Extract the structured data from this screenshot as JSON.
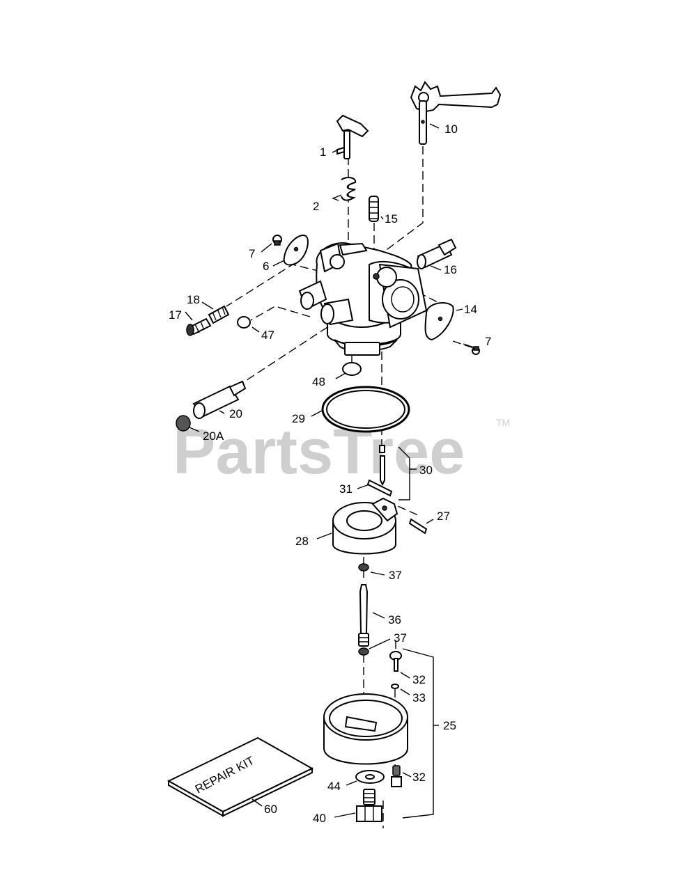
{
  "watermark": {
    "text": "PartsTree",
    "trademark": "TM"
  },
  "repair_kit": {
    "label": "REPAIR KIT"
  },
  "callouts": [
    {
      "id": "1",
      "label": "1"
    },
    {
      "id": "2",
      "label": "2"
    },
    {
      "id": "6",
      "label": "6"
    },
    {
      "id": "7a",
      "label": "7"
    },
    {
      "id": "7b",
      "label": "7"
    },
    {
      "id": "10",
      "label": "10"
    },
    {
      "id": "14",
      "label": "14"
    },
    {
      "id": "15",
      "label": "15"
    },
    {
      "id": "16",
      "label": "16"
    },
    {
      "id": "17",
      "label": "17"
    },
    {
      "id": "18",
      "label": "18"
    },
    {
      "id": "20",
      "label": "20"
    },
    {
      "id": "20A",
      "label": "20A"
    },
    {
      "id": "25",
      "label": "25"
    },
    {
      "id": "27",
      "label": "27"
    },
    {
      "id": "28",
      "label": "28"
    },
    {
      "id": "29",
      "label": "29"
    },
    {
      "id": "30",
      "label": "30"
    },
    {
      "id": "31",
      "label": "31"
    },
    {
      "id": "32a",
      "label": "32"
    },
    {
      "id": "32b",
      "label": "32"
    },
    {
      "id": "33",
      "label": "33"
    },
    {
      "id": "36",
      "label": "36"
    },
    {
      "id": "37a",
      "label": "37"
    },
    {
      "id": "37b",
      "label": "37"
    },
    {
      "id": "40",
      "label": "40"
    },
    {
      "id": "44",
      "label": "44"
    },
    {
      "id": "47",
      "label": "47"
    },
    {
      "id": "48",
      "label": "48"
    },
    {
      "id": "60",
      "label": "60"
    }
  ]
}
